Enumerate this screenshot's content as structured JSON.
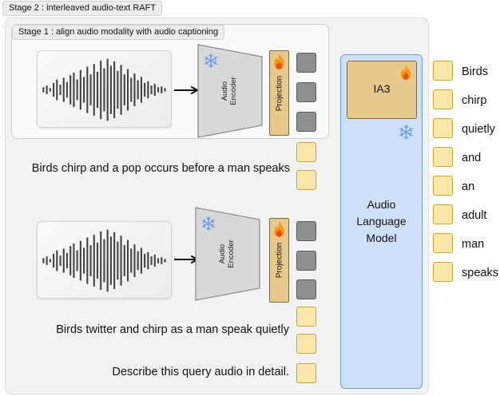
{
  "stage2": {
    "label": "Stage 2 : interleaved audio-text RAFT"
  },
  "stage1": {
    "label": "Stage 1 : align audio modality with audio captioning"
  },
  "encoder": {
    "line1": "Audio",
    "line2": "Encoder"
  },
  "projection": {
    "label": "Projection"
  },
  "captions": {
    "first": "Birds chirp and a pop occurs before a man speaks",
    "second": "Birds twitter and chirp as a man speak quietly",
    "query": "Describe this query audio in detail."
  },
  "llm": {
    "line1": "Audio",
    "line2": "Language",
    "line3": "Model",
    "adapter": "IA3"
  },
  "output_tokens": [
    "Birds",
    "chirp",
    "quietly",
    "and",
    "an",
    "adult",
    "man",
    "speaks"
  ],
  "icons": {
    "trainable": "fire-icon",
    "frozen": "snowflake-icon"
  },
  "colors": {
    "projection": "#e8c98d",
    "llm": "#cfe0fb",
    "token_yellow": "#f8e7a8",
    "token_gray": "#8f8f8f",
    "snowflake": "#6a9ee8",
    "flame": "#f39c12"
  }
}
